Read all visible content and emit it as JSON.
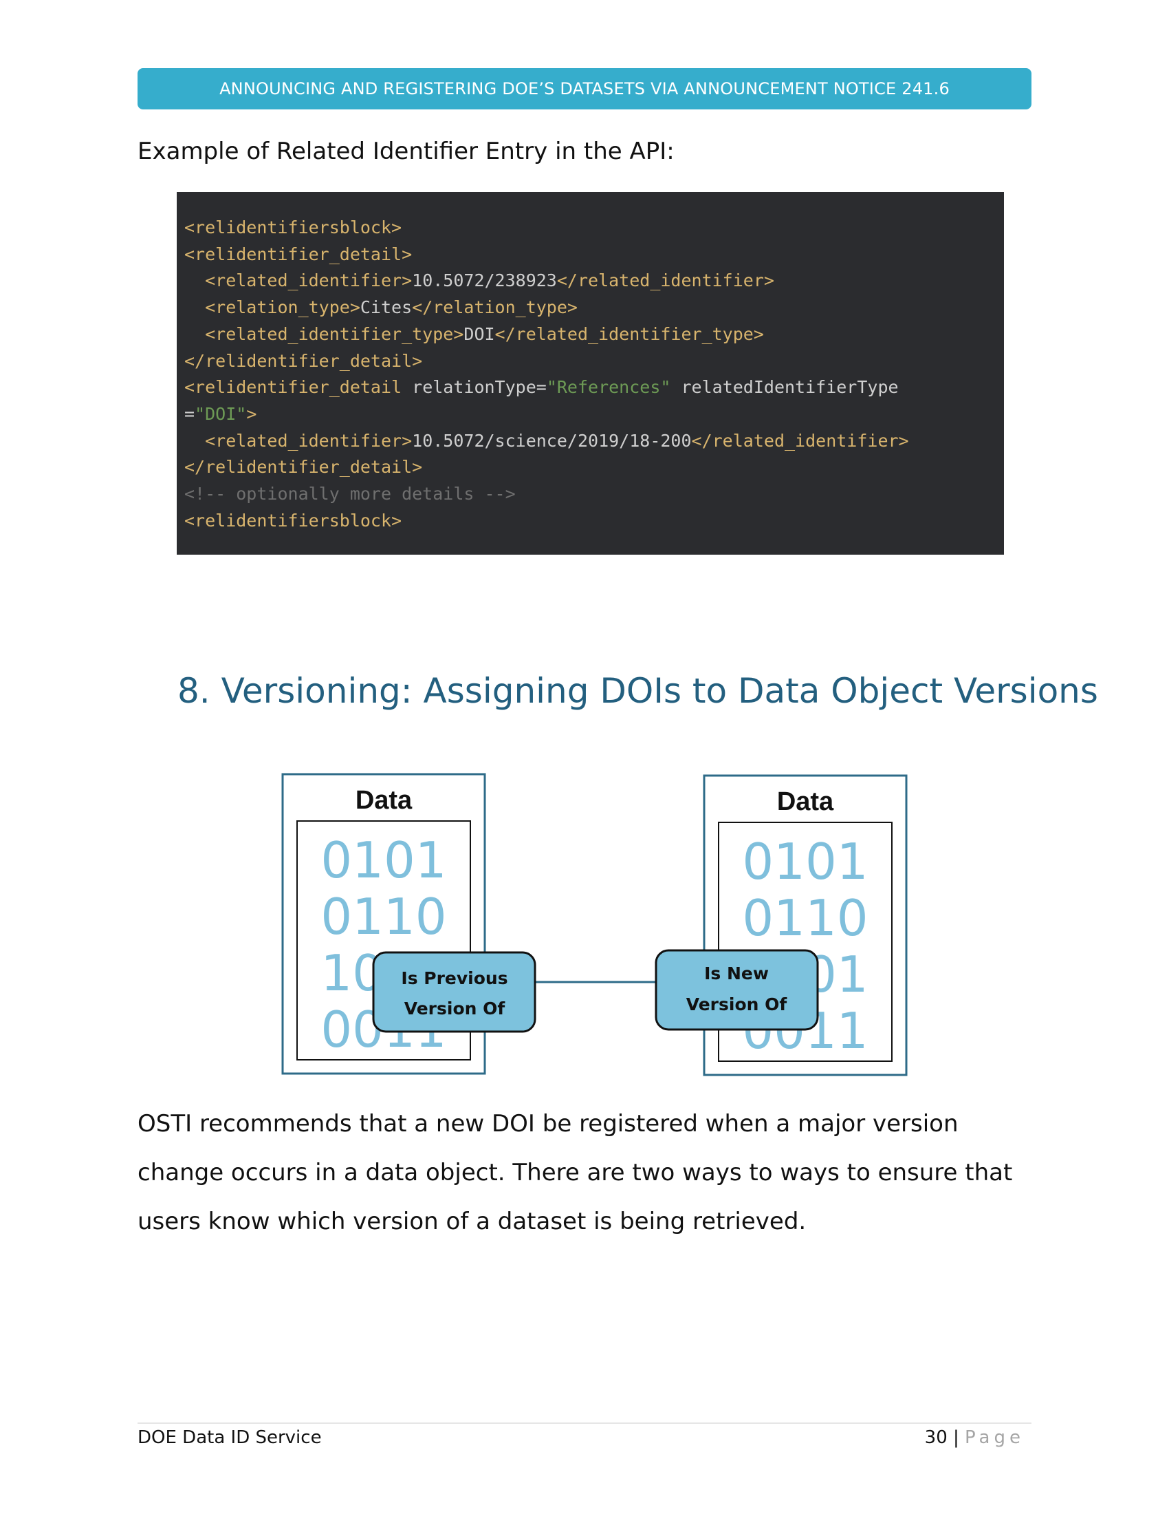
{
  "header": {
    "title": "ANNOUNCING AND REGISTERING DOE’S DATASETS VIA ANNOUNCEMENT NOTICE 241.6"
  },
  "intro": {
    "text": "Example of Related Identifier Entry in the API:"
  },
  "code": {
    "lines": [
      [
        {
          "c": "tag",
          "t": "<relidentifiersblock>"
        }
      ],
      [
        {
          "c": "tag",
          "t": "<relidentifier_detail>"
        }
      ],
      [
        {
          "c": "tag",
          "t": "  <related_identifier>"
        },
        {
          "c": "txt",
          "t": "10.5072/238923"
        },
        {
          "c": "tag",
          "t": "</related_identifier>"
        }
      ],
      [
        {
          "c": "tag",
          "t": "  <relation_type>"
        },
        {
          "c": "txt",
          "t": "Cites"
        },
        {
          "c": "tag",
          "t": "</relation_type>"
        }
      ],
      [
        {
          "c": "tag",
          "t": "  <related_identifier_type>"
        },
        {
          "c": "txt",
          "t": "DOI"
        },
        {
          "c": "tag",
          "t": "</related_identifier_type>"
        }
      ],
      [
        {
          "c": "tag",
          "t": "</relidentifier_detail>"
        }
      ],
      [
        {
          "c": "tag",
          "t": "<relidentifier_detail "
        },
        {
          "c": "txt",
          "t": "relationType="
        },
        {
          "c": "str",
          "t": "\"References\""
        },
        {
          "c": "txt",
          "t": " relatedIdentifierType"
        }
      ],
      [
        {
          "c": "txt",
          "t": "="
        },
        {
          "c": "str",
          "t": "\"DOI\""
        },
        {
          "c": "tag",
          "t": ">"
        }
      ],
      [
        {
          "c": "tag",
          "t": "  <related_identifier>"
        },
        {
          "c": "txt",
          "t": "10.5072/science/2019/18-200"
        },
        {
          "c": "tag",
          "t": "</related_identifier>"
        }
      ],
      [
        {
          "c": "tag",
          "t": "</relidentifier_detail>"
        }
      ],
      [
        {
          "c": "com",
          "t": "<!-- optionally more details -->"
        }
      ],
      [
        {
          "c": "tag",
          "t": "<relidentifiersblock>"
        }
      ]
    ]
  },
  "section": {
    "title": "8. Versioning: Assigning DOIs to Data Object Versions"
  },
  "diagram": {
    "left": {
      "title": "Data",
      "bits": [
        "0101",
        "0110",
        "1001",
        "0011"
      ]
    },
    "right": {
      "title": "Data",
      "bits": [
        "0101",
        "0110",
        "1001",
        "0011"
      ]
    },
    "left_label": [
      "Is Previous",
      "Version Of"
    ],
    "right_label": [
      "Is New",
      "Version Of"
    ],
    "colors": {
      "border": "#2e6b88",
      "bits": "#7fbfdc",
      "label_fill": "#7dc2dd"
    }
  },
  "body": {
    "text": "OSTI recommends that a new DOI be registered when a major version change occurs in a data object. There are two ways to ways to ensure that users know which version of a dataset is being retrieved."
  },
  "footer": {
    "left": "DOE Data ID Service",
    "page_number": "30",
    "separator": "|",
    "page_word": "Page"
  }
}
